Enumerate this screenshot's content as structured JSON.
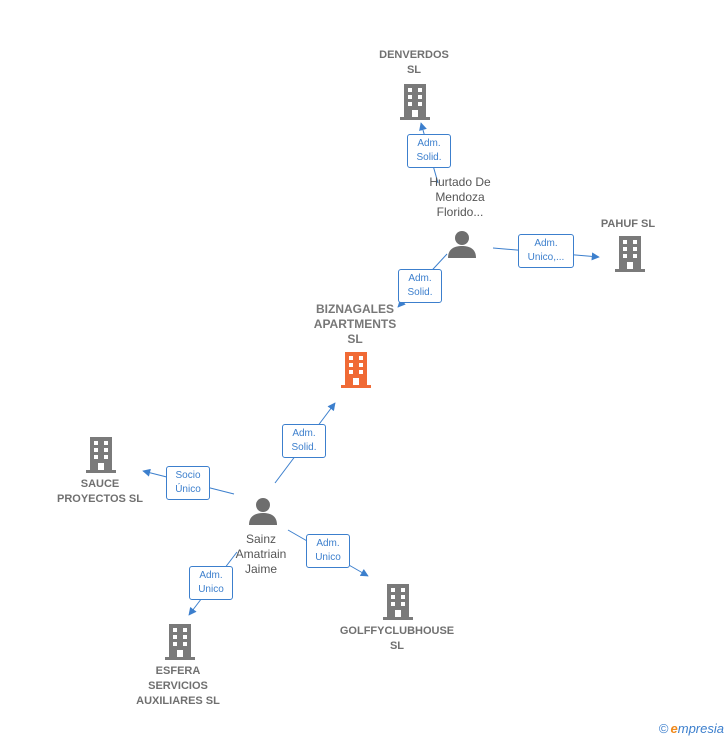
{
  "nodes": {
    "denverdos": {
      "label": "DENVERDOS\nSL",
      "type": "company"
    },
    "hurtado": {
      "label": "Hurtado De\nMendoza\nFlorido...",
      "type": "person"
    },
    "pahuf": {
      "label": "PAHUF  SL",
      "type": "company"
    },
    "biznagales": {
      "label": "BIZNAGALES\nAPARTMENTS\nSL",
      "type": "company",
      "highlight": true
    },
    "sauce": {
      "label": "SAUCE\nPROYECTOS SL",
      "type": "company"
    },
    "sainz": {
      "label": "Sainz\nAmatriain\nJaime",
      "type": "person"
    },
    "golffy": {
      "label": "GOLFFYCLUBHOUSE\nSL",
      "type": "company"
    },
    "esfera": {
      "label": "ESFERA\nSERVICIOS\nAUXILIARES SL",
      "type": "company"
    }
  },
  "edges": {
    "hurtado_denverdos": "Adm.\nSolid.",
    "hurtado_pahuf": "Adm.\nUnico,...",
    "hurtado_biznagales": "Adm.\nSolid.",
    "sainz_biznagales": "Adm.\nSolid.",
    "sainz_sauce": "Socio\nÚnico",
    "sainz_golffy": "Adm.\nUnico",
    "sainz_esfera": "Adm.\nUnico"
  },
  "colors": {
    "company": "#7a7a7a",
    "company_highlight": "#f06a35",
    "person": "#6e6e6e",
    "edge": "#3c7fcd"
  },
  "brand": {
    "copyright": "©",
    "name": "mpresia",
    "initial": "e"
  }
}
